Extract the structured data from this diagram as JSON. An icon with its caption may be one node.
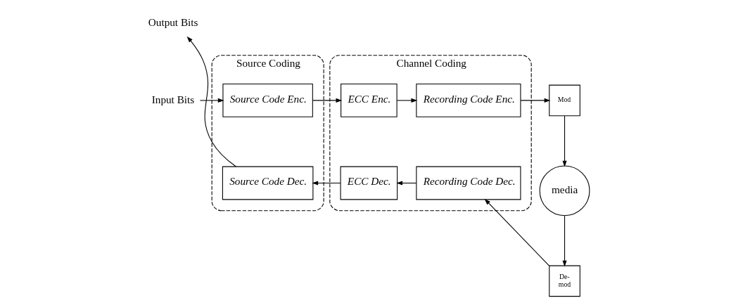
{
  "diagram": {
    "nodes": [
      {
        "text": [
          "Source Coding"
        ]
      },
      {
        "text": [
          "Channel Coding"
        ]
      },
      {
        "text": [
          "Input Bits"
        ]
      },
      {
        "text": [
          "Source Code Enc."
        ],
        "in": 0
      },
      {
        "text": [
          "ECC Enc."
        ],
        "in": 1
      },
      {
        "text": [
          "Recording Code Enc."
        ],
        "in": 1
      },
      {
        "text": [
          "Mod"
        ]
      },
      {
        "text": [
          "media"
        ]
      },
      {
        "text": [
          "De- mod"
        ]
      },
      {
        "text": [
          "Recording Code Dec."
        ],
        "in": 1
      },
      {
        "text": [
          "ECC Dec."
        ],
        "in": 1
      },
      {
        "text": [
          "Source Code Dec."
        ],
        "in": 0
      },
      {
        "text": [
          "Output Bits"
        ]
      }
    ],
    "edges": [
      {
        "from": 2,
        "to": 3,
        "arrow": "to"
      },
      {
        "from": 3,
        "to": 4,
        "arrow": "to"
      },
      {
        "from": 4,
        "to": 5,
        "arrow": "to"
      },
      {
        "from": 5,
        "to": 6,
        "arrow": "to"
      },
      {
        "from": 6,
        "to": 7,
        "arrow": "to"
      },
      {
        "from": 7,
        "to": 8,
        "arrow": "to"
      },
      {
        "from": 8,
        "to": 9,
        "arrow": "to"
      },
      {
        "from": 9,
        "to": 10,
        "arrow": "to"
      },
      {
        "from": 10,
        "to": 11,
        "arrow": "to"
      },
      {
        "from": 11,
        "to": 12,
        "arrow": "to"
      }
    ]
  }
}
